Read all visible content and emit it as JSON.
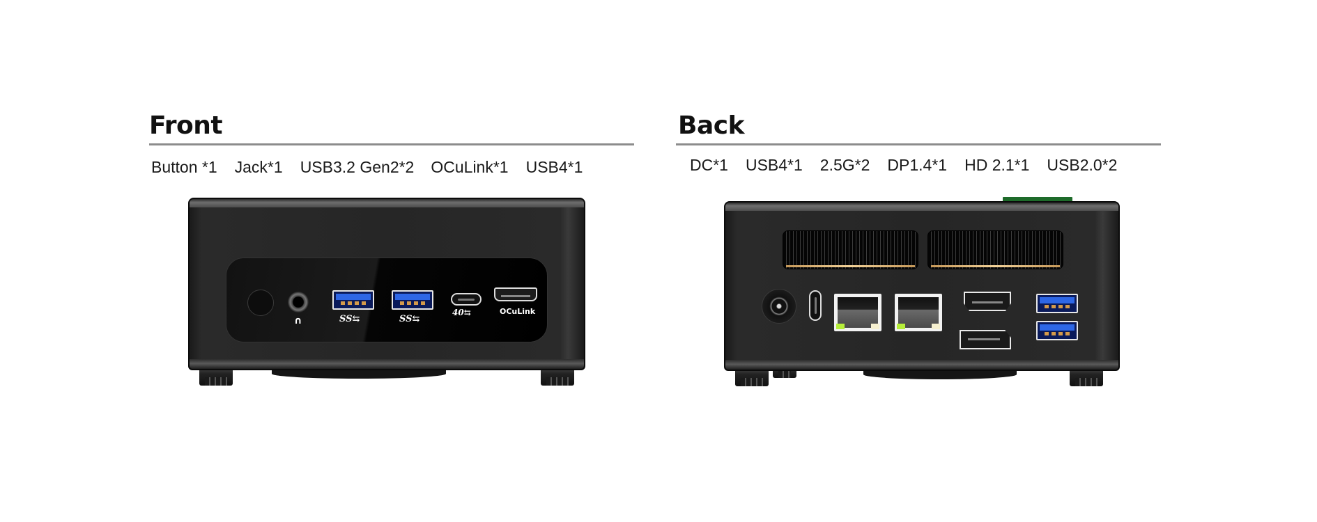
{
  "front": {
    "title": "Front",
    "ports": [
      "Button *1",
      "Jack*1",
      "USB3.2 Gen2*2",
      "OCuLink*1",
      "USB4*1"
    ],
    "device_labels": {
      "usb_a_1_logo": "SS⇆",
      "usb_a_2_logo": "SS⇆",
      "usb_c_logo": "40⇆",
      "oculink_label": "OCuLink",
      "headphone_glyph": "∩"
    }
  },
  "back": {
    "title": "Back",
    "ports": [
      "DC*1",
      "USB4*1",
      "2.5G*2",
      "DP1.4*1",
      "HD 2.1*1",
      "USB2.0*2"
    ]
  },
  "colors": {
    "heading": "#111111",
    "rule": "#8c8c8c",
    "chassis": "#262626",
    "usb_blue": "#2e67e6",
    "rj45_led_green": "#b6ef3a",
    "rj45_led_yellow": "#f5efcf",
    "top_tab_green": "#1e6b2a"
  }
}
